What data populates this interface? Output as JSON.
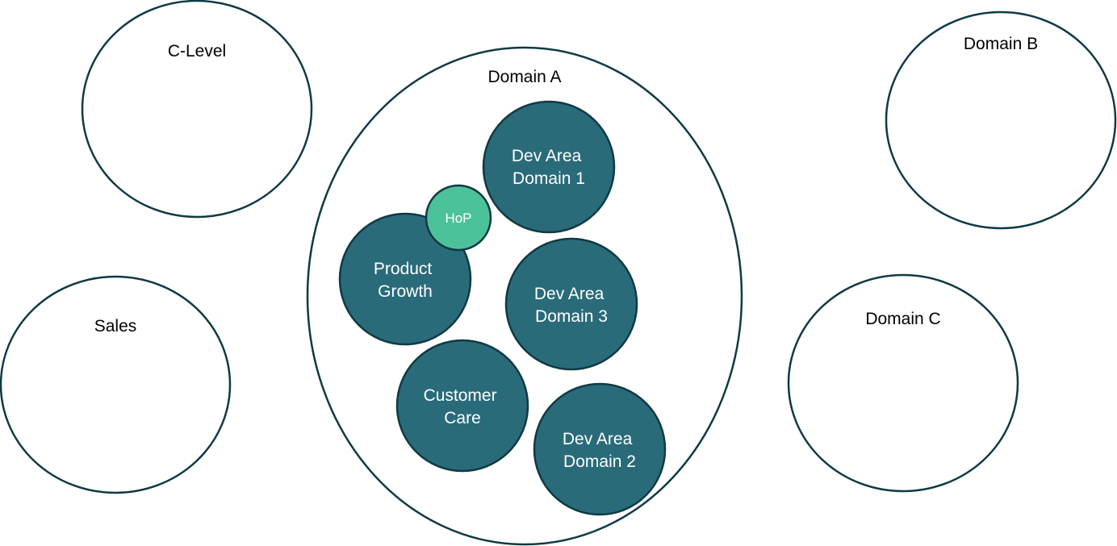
{
  "diagram": {
    "groups": {
      "c_level": "C-Level",
      "sales": "Sales",
      "domain_a": "Domain A",
      "domain_b": "Domain B",
      "domain_c": "Domain C"
    },
    "teams": {
      "dev_area_domain_1": [
        "Dev Area",
        "Domain 1"
      ],
      "product_growth": [
        "Product",
        "Growth"
      ],
      "dev_area_domain_3": [
        "Dev Area",
        "Domain 3"
      ],
      "customer_care": [
        "Customer",
        "Care"
      ],
      "dev_area_domain_2": [
        "Dev Area",
        "Domain 2"
      ]
    },
    "hop": "HoP"
  },
  "colors": {
    "outline": "#0f3a44",
    "team_fill": "#2a6b7a",
    "hop_fill": "#4cc29b",
    "background": "#ffffff"
  }
}
